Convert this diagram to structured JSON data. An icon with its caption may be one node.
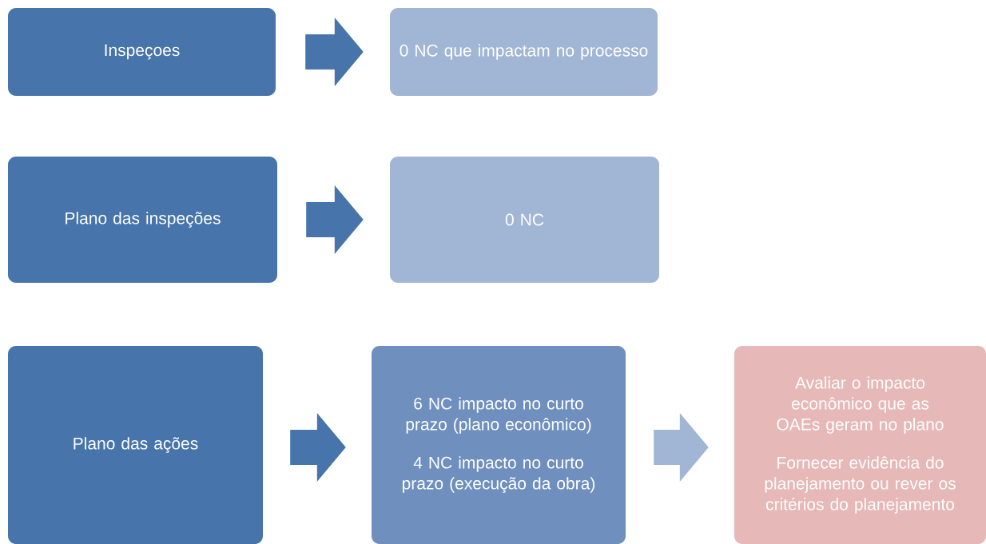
{
  "diagram": {
    "nodes": [
      {
        "text": [
          "Inspeçoes"
        ]
      },
      {
        "text": [
          "0 NC que impactam no processo"
        ]
      },
      {
        "text": [
          "Plano das inspeções"
        ]
      },
      {
        "text": [
          "0 NC"
        ]
      },
      {
        "text": [
          "Plano das ações"
        ]
      },
      {
        "text": [
          "6 NC impacto no curto prazo (plano econômico)",
          "4 NC impacto no curto prazo (execução da obra)"
        ]
      },
      {
        "text": [
          "Avaliar o impacto econômico que as OAEs geram no plano",
          "Fornecer evidência do planejamento ou rever os critérios do planejamento"
        ]
      }
    ],
    "edges": [
      {
        "from": 0,
        "to": 1,
        "arrow": "to"
      },
      {
        "from": 2,
        "to": 3,
        "arrow": "to"
      },
      {
        "from": 4,
        "to": 5,
        "arrow": "to"
      },
      {
        "from": 5,
        "to": 6,
        "arrow": "to",
        "color": "#a1b5d4"
      }
    ]
  }
}
